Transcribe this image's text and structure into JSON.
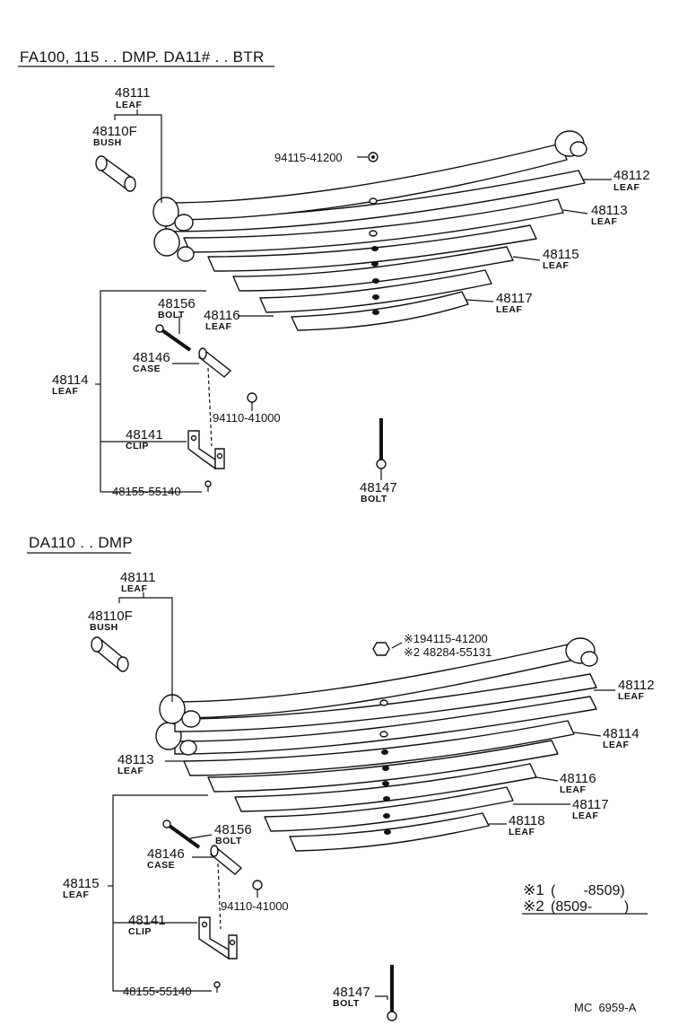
{
  "section1": {
    "heading": "FA100, 115 . . DMP. DA11# . . BTR",
    "parts": [
      {
        "no": "48111",
        "desc": "LEAF"
      },
      {
        "no": "48110F",
        "desc": "BUSH"
      },
      {
        "no": "94115-41200",
        "desc": ""
      },
      {
        "no": "48112",
        "desc": "LEAF"
      },
      {
        "no": "48113",
        "desc": "LEAF"
      },
      {
        "no": "48115",
        "desc": "LEAF"
      },
      {
        "no": "48117",
        "desc": "LEAF"
      },
      {
        "no": "48156",
        "desc": "BOLT"
      },
      {
        "no": "48116",
        "desc": "LEAF"
      },
      {
        "no": "48146",
        "desc": "CASE"
      },
      {
        "no": "48114",
        "desc": "LEAF"
      },
      {
        "no": "94110-41000",
        "desc": ""
      },
      {
        "no": "48141",
        "desc": "CLIP"
      },
      {
        "no": "48155-55140",
        "desc": ""
      },
      {
        "no": "48147",
        "desc": "BOLT"
      }
    ]
  },
  "section2": {
    "heading": "DA110 . . DMP",
    "parts": [
      {
        "no": "48111",
        "desc": "LEAF"
      },
      {
        "no": "48110F",
        "desc": "BUSH"
      },
      {
        "no": "※194115-41200",
        "desc": ""
      },
      {
        "no": "※2 48284-55131",
        "desc": ""
      },
      {
        "no": "48112",
        "desc": "LEAF"
      },
      {
        "no": "48114",
        "desc": "LEAF"
      },
      {
        "no": "48113",
        "desc": "LEAF"
      },
      {
        "no": "48116",
        "desc": "LEAF"
      },
      {
        "no": "48117",
        "desc": "LEAF"
      },
      {
        "no": "48118",
        "desc": "LEAF"
      },
      {
        "no": "48156",
        "desc": "BOLT"
      },
      {
        "no": "48146",
        "desc": "CASE"
      },
      {
        "no": "48115",
        "desc": "LEAF"
      },
      {
        "no": "94110-41000",
        "desc": ""
      },
      {
        "no": "48141",
        "desc": "CLIP"
      },
      {
        "no": "48155-55140",
        "desc": ""
      },
      {
        "no": "48147",
        "desc": "BOLT"
      }
    ],
    "notes": [
      {
        "mark": "※1",
        "range": "(       -8509)"
      },
      {
        "mark": "※2",
        "range": "(8509-        )"
      }
    ]
  },
  "ref_code": "MC  6959-A"
}
